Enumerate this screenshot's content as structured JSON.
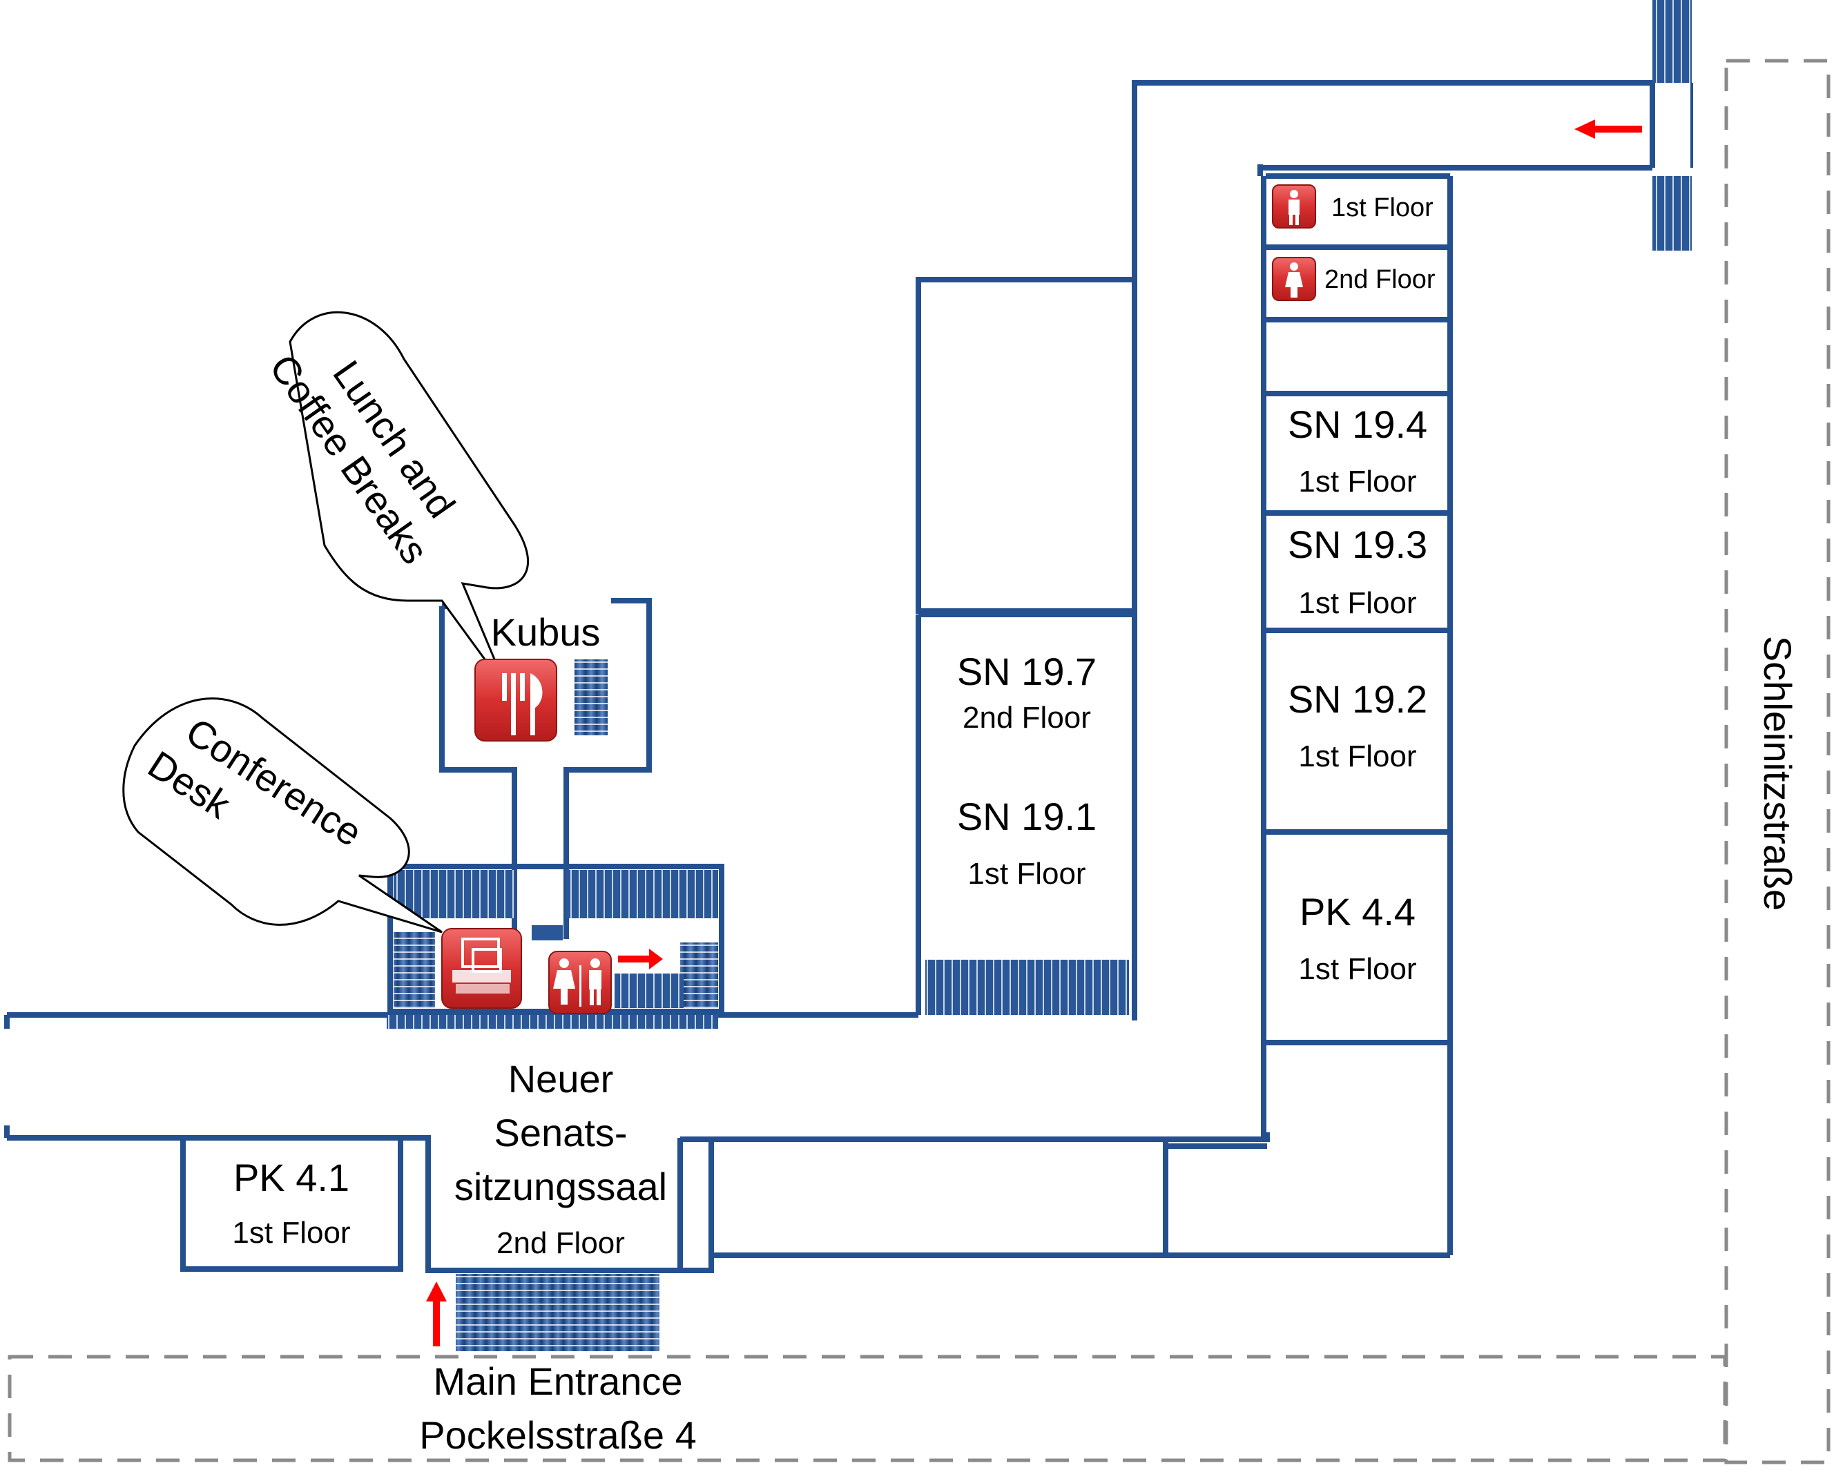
{
  "rooms": {
    "kubus": "Kubus",
    "neuer_line1": "Neuer",
    "neuer_line2": "Senats-",
    "neuer_line3": "sitzungssaal",
    "neuer_floor": "2nd Floor",
    "pk41_name": "PK 4.1",
    "pk41_floor": "1st Floor",
    "sn197_name": "SN 19.7",
    "sn197_floor": "2nd Floor",
    "sn191_name": "SN 19.1",
    "sn191_floor": "1st Floor",
    "sn194_name": "SN 19.4",
    "sn194_floor": "1st Floor",
    "sn193_name": "SN 19.3",
    "sn193_floor": "1st Floor",
    "sn192_name": "SN 19.2",
    "sn192_floor": "1st Floor",
    "pk44_name": "PK 4.4",
    "pk44_floor": "1st Floor"
  },
  "restrooms": {
    "men_floor": "1st Floor",
    "women_floor": "2nd Floor"
  },
  "callouts": {
    "lunch_line1": "Lunch and",
    "lunch_line2": "Coffee Breaks",
    "desk_line1": "Conference",
    "desk_line2": "Desk"
  },
  "streets": {
    "entrance_line1": "Main Entrance",
    "entrance_line2": "Pockelsstraße 4",
    "side_street": "Schleinitzstraße"
  },
  "icons": {
    "restaurant": "fork-knife-icon",
    "desk": "conference-desk-icon",
    "restroom": "restroom-icon",
    "men": "men-restroom-icon",
    "women": "women-restroom-icon",
    "stairs": "stairs-icon",
    "arrow": "direction-arrow-icon"
  },
  "colors": {
    "wall": "#24508f",
    "stairs": "#1e4a8a",
    "icon_red": "#d93232",
    "arrow_red": "#ff0000",
    "street": "#8a8a8a"
  }
}
